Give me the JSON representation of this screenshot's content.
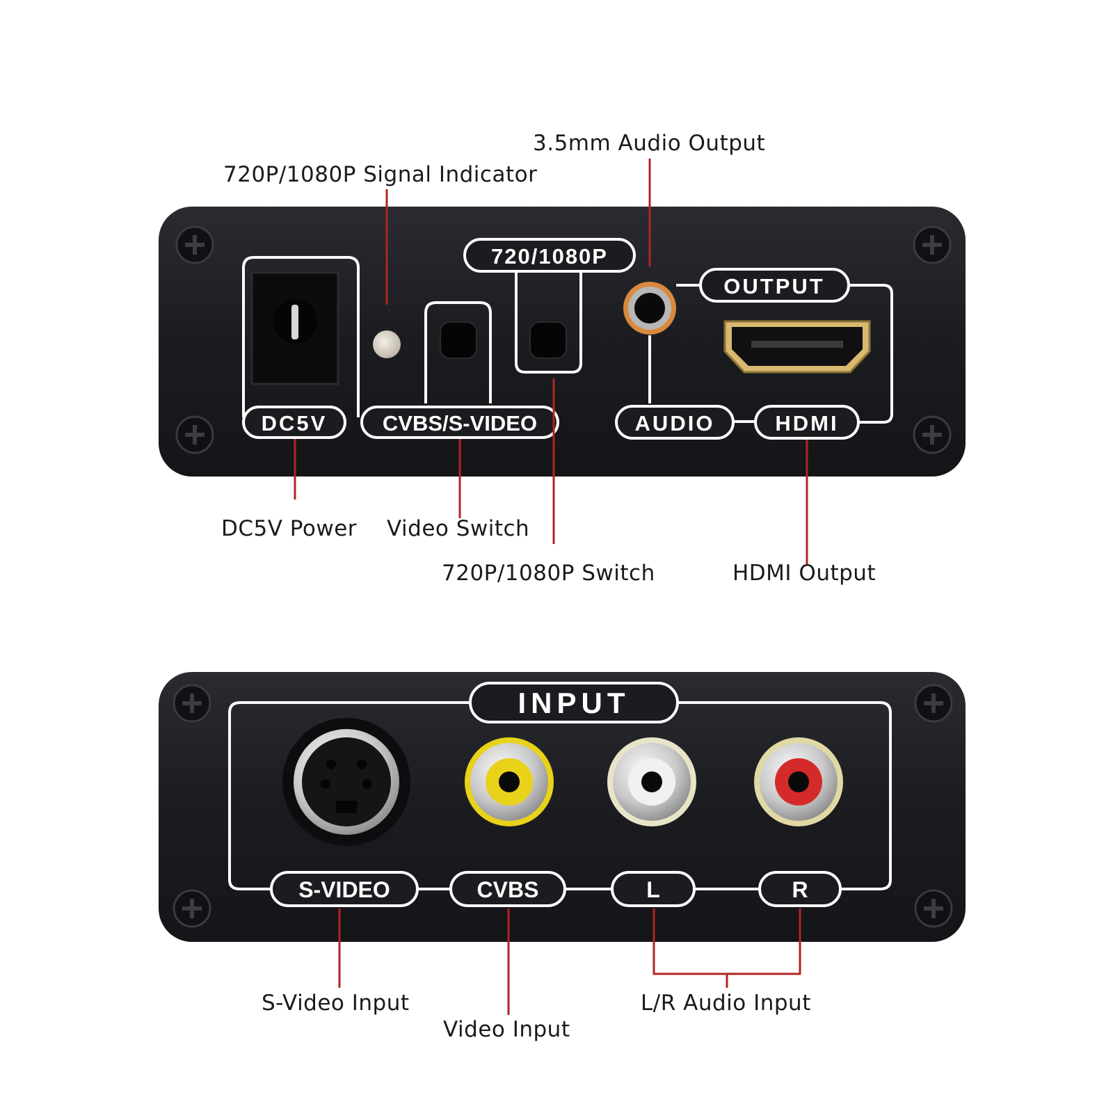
{
  "front_panel": {
    "silkscreen": {
      "dc5v": "DC5V",
      "cvbs_svideo": "CVBS/S-VIDEO",
      "resolution": "720/1080P",
      "output": "OUTPUT",
      "audio": "AUDIO",
      "hdmi": "HDMI"
    },
    "callouts": {
      "audio_output": "3.5mm Audio Output",
      "signal_indicator": "720P/1080P Signal Indicator",
      "dc_power": "DC5V Power",
      "video_switch": "Video Switch",
      "resolution_switch": "720P/1080P Switch",
      "hdmi_output": "HDMI Output"
    }
  },
  "back_panel": {
    "silkscreen": {
      "input": "INPUT",
      "svideo": "S-VIDEO",
      "cvbs": "CVBS",
      "left": "L",
      "right": "R"
    },
    "callouts": {
      "svideo_input": "S-Video Input",
      "video_input": "Video Input",
      "lr_audio_input": "L/R Audio Input"
    }
  },
  "colors": {
    "device_body": "#1b1c20",
    "leader_line": "#b02424",
    "silkscreen": "#ffffff",
    "cvbs_jack_center": "#e8d21a",
    "right_jack_ring": "#d42a2a",
    "audio_jack_ring": "#d98a3c"
  }
}
